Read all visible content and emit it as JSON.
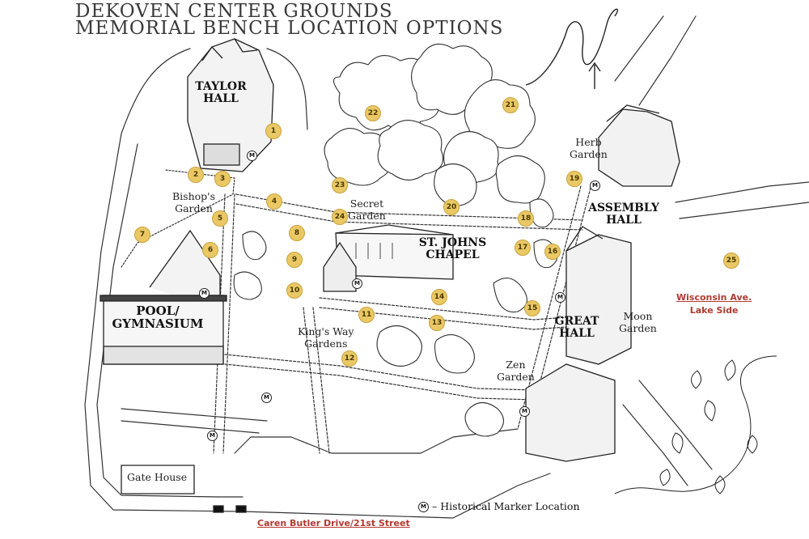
{
  "title": {
    "line1": "DEKOVEN CENTER GROUNDS",
    "line2": "MEMORIAL BENCH LOCATION OPTIONS"
  },
  "buildings": {
    "taylor_hall": "TAYLOR\nHALL",
    "pool_gym": "POOL/\nGYMNASIUM",
    "st_johns": "ST. JOHNS\nCHAPEL",
    "assembly_hall": "ASSEMBLY\nHALL",
    "great_hall": "GREAT\nHALL",
    "gate_house": "Gate House"
  },
  "gardens": {
    "bishops": "Bishop's\nGarden",
    "secret": "Secret\nGarden",
    "herb": "Herb\nGarden",
    "kings_way": "King's Way\nGardens",
    "moon": "Moon\nGarden",
    "zen": "Zen\nGarden"
  },
  "streets": {
    "wisconsin_1": "Wisconsin Ave.",
    "wisconsin_2": "Lake Side",
    "caren_butler": "Caren Butler Drive/21st Street"
  },
  "marker_symbol": "M",
  "legend": {
    "label": "– Historical Marker Location"
  },
  "north_symbol": "N",
  "bench_locations": [
    "1",
    "2",
    "3",
    "4",
    "5",
    "6",
    "7",
    "8",
    "9",
    "10",
    "11",
    "12",
    "13",
    "14",
    "15",
    "16",
    "17",
    "18",
    "19",
    "20",
    "21",
    "22",
    "23",
    "24",
    "25"
  ],
  "colors": {
    "pin_fill": "#e9c865",
    "street_label": "#b33a2f",
    "line": "#222222"
  }
}
